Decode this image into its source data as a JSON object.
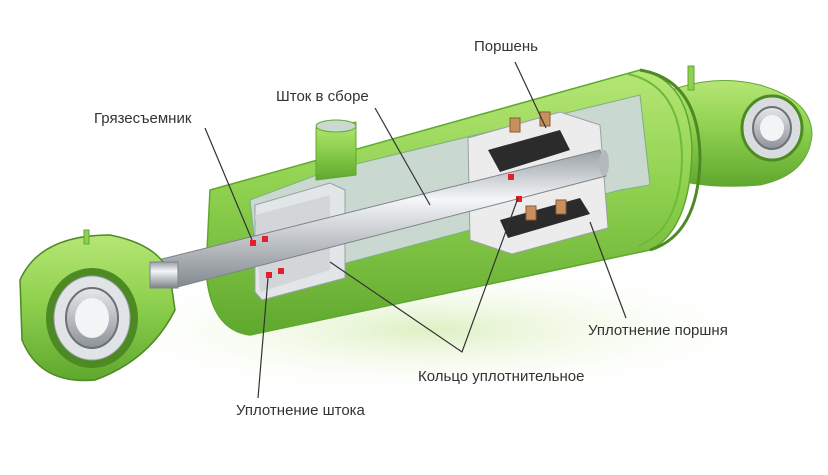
{
  "diagram": {
    "labels": {
      "piston": "Поршень",
      "rod_assembly": "Шток в сборе",
      "wiper": "Грязесъемник",
      "piston_seal": "Уплотнение поршня",
      "sealing_ring": "Кольцо уплотнительное",
      "rod_seal": "Уплотнение штока"
    },
    "colors": {
      "body_green": "#8fd14f",
      "body_dark": "#5fa82e",
      "interior": "#c9d9cf",
      "rod_metal": "#c8ccd0",
      "seal_red": "#e0202a",
      "bronze": "#c9905f",
      "leader_line": "#333333"
    }
  }
}
